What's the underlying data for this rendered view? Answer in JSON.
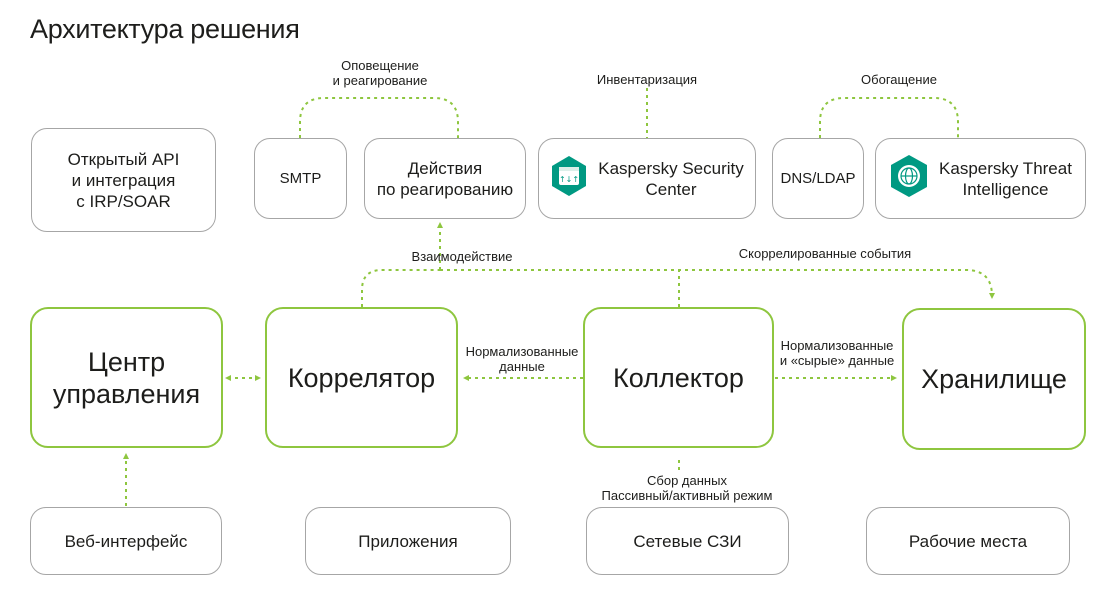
{
  "title": "Архитектура решения",
  "boxes": {
    "open_api": "Открытый API\nи интеграция\nс IRP/SOAR",
    "smtp": "SMTP",
    "response_actions": "Действия\nпо реагированию",
    "ksc": "Kaspersky Security\nCenter",
    "dns_ldap": "DNS/LDAP",
    "kti": "Kaspersky Threat\nIntelligence",
    "control_center": "Центр\nуправления",
    "correlator": "Коррелятор",
    "collector": "Коллектор",
    "storage": "Хранилище",
    "web_interface": "Веб-интерфейс",
    "applications": "Приложения",
    "network_security": "Сетевые СЗИ",
    "workstations": "Рабочие места"
  },
  "labels": {
    "notification": "Оповещение\nи реагирование",
    "inventory": "Инвентаризация",
    "enrichment": "Обогащение",
    "interaction": "Взаимодействие",
    "correlated_events": "Скоррелированные события",
    "normalized": "Нормализованные\nданные",
    "normalized_raw": "Нормализованные\nи «сырые» данные",
    "data_collection": "Сбор данных\nПассивный/активный режим"
  },
  "icons": {
    "ksc": "ksc-shield-icon",
    "kti": "kti-globe-icon"
  },
  "colors": {
    "accent": "#8ec63f",
    "border": "#a6a6a6",
    "icon": "#009982"
  }
}
